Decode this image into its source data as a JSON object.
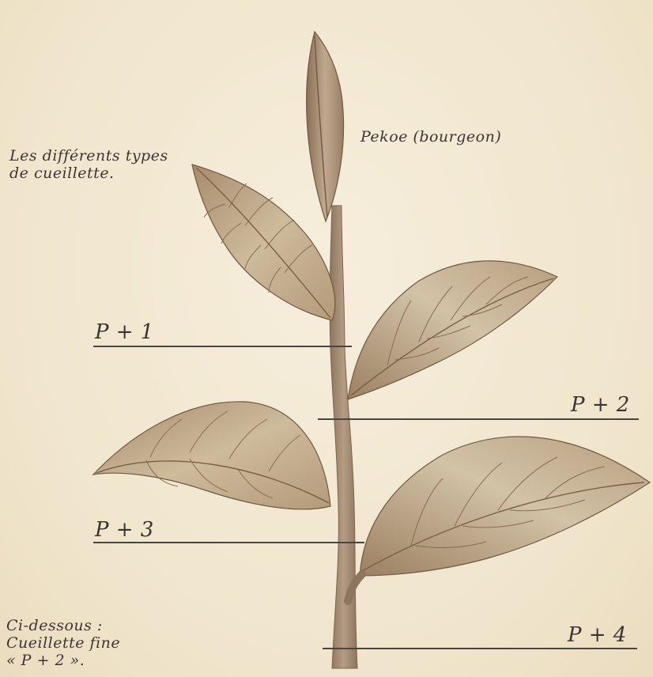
{
  "captions": {
    "types_line1": "Les différents types",
    "types_line2": "de cueillette.",
    "pekoe": "Pekoe (bourgeon)",
    "below_line1": "Ci-dessous :",
    "below_line2": "Cueillette fine",
    "below_line3": "« P + 2 »."
  },
  "levels": [
    {
      "label": "P + 1"
    },
    {
      "label": "P + 2"
    },
    {
      "label": "P + 3"
    },
    {
      "label": "P + 4"
    }
  ],
  "colors": {
    "background": "#f3e9d4",
    "leaf_light": "#c9b79a",
    "leaf_dark": "#8a6f50",
    "vein": "#7a5f43",
    "stem": "#9a8068",
    "line": "#4a4442"
  }
}
